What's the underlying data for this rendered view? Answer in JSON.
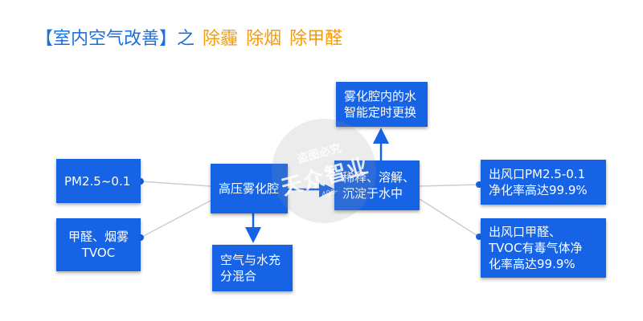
{
  "title": {
    "bracket_open": "【",
    "topic": "室内空气改善",
    "bracket_close": "】之",
    "item1": "除霾",
    "item2": "除烟",
    "item3": "除甲醛"
  },
  "nodes": {
    "pm": "PM2.5~0.1",
    "formaldehyde_line1": "甲醛、烟雾",
    "formaldehyde_line2": "TVOC",
    "atomizer": "高压雾化腔",
    "mix_line1": "空气与水充",
    "mix_line2": "分混合",
    "water_line1": "雾化腔内的水",
    "water_line2": "智能定时更换",
    "dilute_line1": "稀释、溶解、",
    "dilute_line2": "沉淀于水中",
    "out1_line1": "出风口PM2.5-0.1",
    "out1_line2": "净化率高达99.9%",
    "out2_line1": "出风口甲醛、",
    "out2_line2": "TVOC有毒气体净",
    "out2_line3": "化率高达99.9%"
  },
  "watermark": {
    "line1": "盗图必究",
    "line2": "天众智业",
    "line3": "400-"
  },
  "colors": {
    "box": "#1763e6",
    "title_blue": "#1d71d6",
    "title_orange": "#f29b11",
    "connector": "#c8cdd6"
  }
}
